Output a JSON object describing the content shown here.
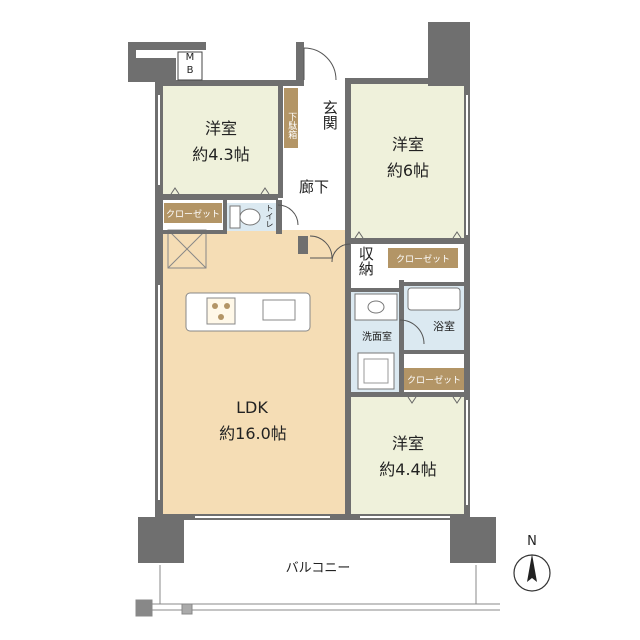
{
  "rooms": {
    "western1": {
      "name": "洋室",
      "size": "約4.3帖"
    },
    "western2": {
      "name": "洋室",
      "size": "約6帖"
    },
    "western3": {
      "name": "洋室",
      "size": "約4.4帖"
    },
    "ldk": {
      "name": "LDK",
      "size": "約16.0帖"
    }
  },
  "labels": {
    "mb": "M\nB",
    "entrance": "玄関",
    "shoe_box": "下駄箱",
    "hallway": "廊下",
    "toilet": "トイレ",
    "storage": "収納",
    "washroom": "洗面室",
    "bathroom": "浴室",
    "balcony": "バルコニー",
    "closet1": "クローゼット",
    "closet2": "クローゼット",
    "closet3": "クローゼット"
  },
  "compass": {
    "label": "N"
  },
  "colors": {
    "wall": "#6f6f6f",
    "room_floor": "#eff1db",
    "ldk_floor": "#f5ddb5",
    "wet_floor": "#dbe9f1",
    "closet_tag": "#b39566"
  }
}
